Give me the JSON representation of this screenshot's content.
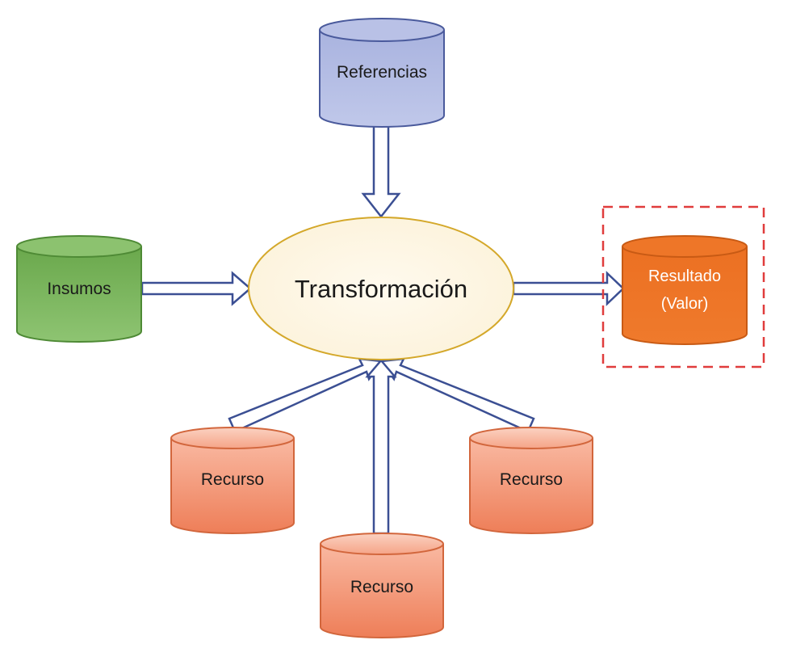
{
  "diagram": {
    "center": {
      "label": "Transformación"
    },
    "nodes": {
      "referencias": {
        "label": "Referencias"
      },
      "insumos": {
        "label": "Insumos"
      },
      "resultado": {
        "line1": "Resultado",
        "line2": "(Valor)"
      },
      "recurso_left": {
        "label": "Recurso"
      },
      "recurso_bottom": {
        "label": "Recurso"
      },
      "recurso_right": {
        "label": "Recurso"
      }
    },
    "colors": {
      "referencias_fill": "#b4bde3",
      "referencias_stroke": "#4a5a9c",
      "insumos_fill": "#79b35b",
      "insumos_stroke": "#4e8a35",
      "resultado_fill": "#ec7225",
      "resultado_stroke": "#c85a14",
      "recurso_fill": "#f19171",
      "recurso_stroke": "#d2663c",
      "center_fill": "#fdf7e6",
      "center_stroke": "#d4a82a",
      "arrow_stroke": "#3b4f93",
      "highlight_border": "#e03c3c"
    },
    "edges": [
      {
        "from": "referencias",
        "to": "transformacion"
      },
      {
        "from": "insumos",
        "to": "transformacion"
      },
      {
        "from": "transformacion",
        "to": "resultado"
      },
      {
        "from": "recurso_left",
        "to": "transformacion"
      },
      {
        "from": "recurso_bottom",
        "to": "transformacion"
      },
      {
        "from": "recurso_right",
        "to": "transformacion"
      }
    ]
  }
}
